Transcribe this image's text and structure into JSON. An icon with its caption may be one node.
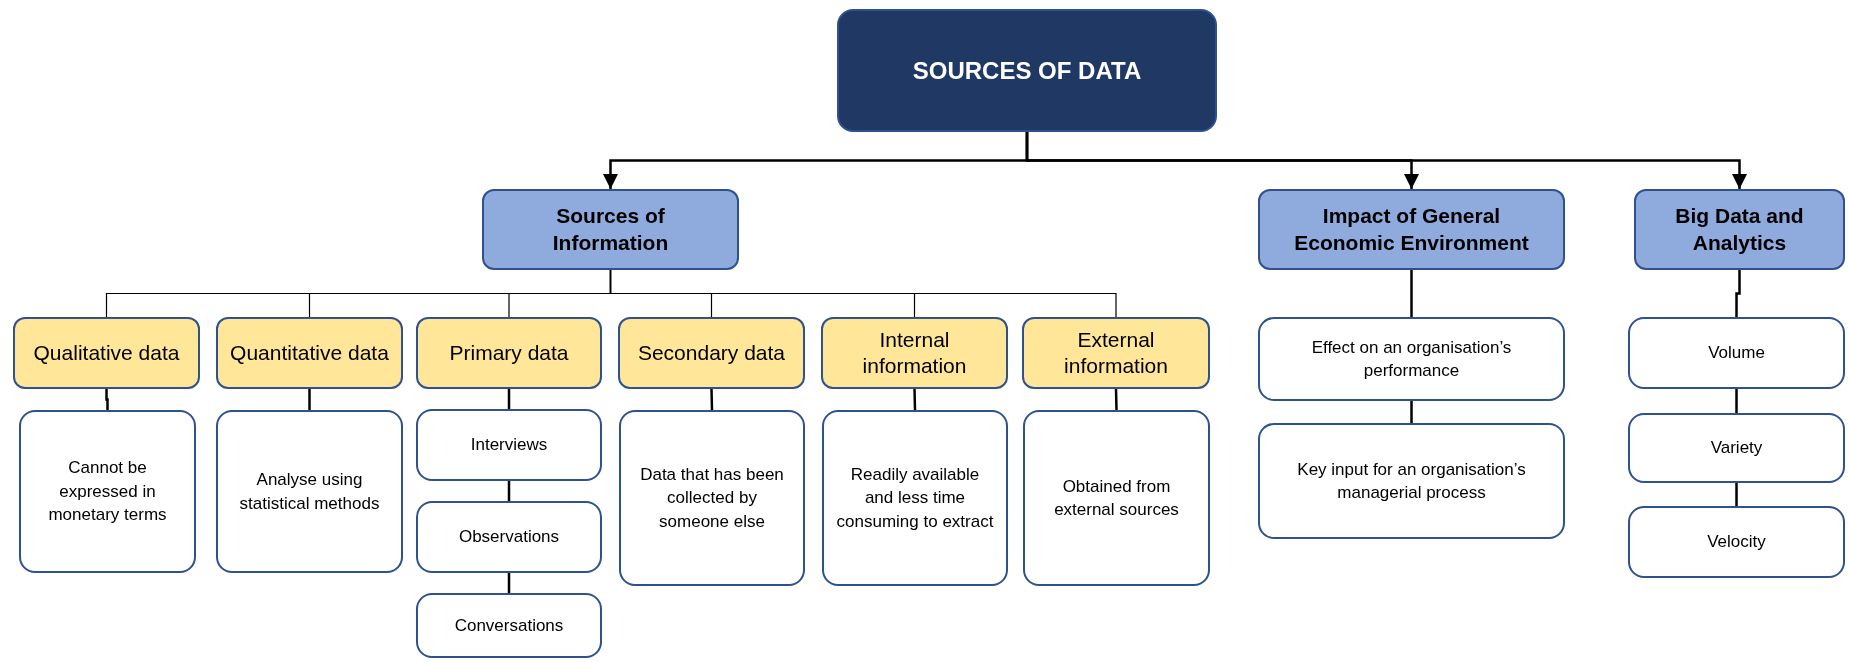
{
  "diagram": {
    "nodes": [
      {
        "text": [
          "SOURCES OF DATA"
        ]
      },
      {
        "text": [
          "Sources of Information"
        ]
      },
      {
        "text": [
          "Impact of General Economic Environment"
        ]
      },
      {
        "text": [
          "Big Data and Analytics"
        ]
      },
      {
        "text": [
          "Qualitative data"
        ]
      },
      {
        "text": [
          "Quantitative data"
        ]
      },
      {
        "text": [
          "Primary data"
        ]
      },
      {
        "text": [
          "Secondary data"
        ]
      },
      {
        "text": [
          "Internal information"
        ]
      },
      {
        "text": [
          "External information"
        ]
      },
      {
        "text": [
          "Cannot be expressed in monetary terms"
        ]
      },
      {
        "text": [
          "Analyse using statistical methods"
        ]
      },
      {
        "text": [
          "Interviews"
        ]
      },
      {
        "text": [
          "Observations"
        ]
      },
      {
        "text": [
          "Conversations"
        ]
      },
      {
        "text": [
          "Data that has been collected by someone else"
        ]
      },
      {
        "text": [
          "Readily available and less time consuming to extract"
        ]
      },
      {
        "text": [
          "Obtained from external sources"
        ]
      },
      {
        "text": [
          "Effect on an organisation’s performance"
        ]
      },
      {
        "text": [
          "Key input for an organisation’s managerial process"
        ]
      },
      {
        "text": [
          "Volume"
        ]
      },
      {
        "text": [
          "Variety"
        ]
      },
      {
        "text": [
          "Velocity"
        ]
      }
    ],
    "edges": [
      {
        "from": 0,
        "to": 1,
        "arrow": "to"
      },
      {
        "from": 0,
        "to": 2,
        "arrow": "to"
      },
      {
        "from": 0,
        "to": 3,
        "arrow": "to"
      },
      {
        "from": 1,
        "to": 4,
        "arrow": "none"
      },
      {
        "from": 1,
        "to": 5,
        "arrow": "none"
      },
      {
        "from": 1,
        "to": 6,
        "arrow": "none"
      },
      {
        "from": 1,
        "to": 7,
        "arrow": "none"
      },
      {
        "from": 1,
        "to": 8,
        "arrow": "none"
      },
      {
        "from": 1,
        "to": 9,
        "arrow": "none"
      },
      {
        "from": 4,
        "to": 10,
        "arrow": "none"
      },
      {
        "from": 5,
        "to": 11,
        "arrow": "none"
      },
      {
        "from": 6,
        "to": 12,
        "arrow": "none"
      },
      {
        "from": 12,
        "to": 13,
        "arrow": "none"
      },
      {
        "from": 13,
        "to": 14,
        "arrow": "none"
      },
      {
        "from": 7,
        "to": 15,
        "arrow": "none"
      },
      {
        "from": 8,
        "to": 16,
        "arrow": "none"
      },
      {
        "from": 9,
        "to": 17,
        "arrow": "none"
      },
      {
        "from": 2,
        "to": 18,
        "arrow": "none"
      },
      {
        "from": 18,
        "to": 19,
        "arrow": "none"
      },
      {
        "from": 3,
        "to": 20,
        "arrow": "none"
      },
      {
        "from": 20,
        "to": 21,
        "arrow": "none"
      },
      {
        "from": 21,
        "to": 22,
        "arrow": "none"
      }
    ]
  }
}
